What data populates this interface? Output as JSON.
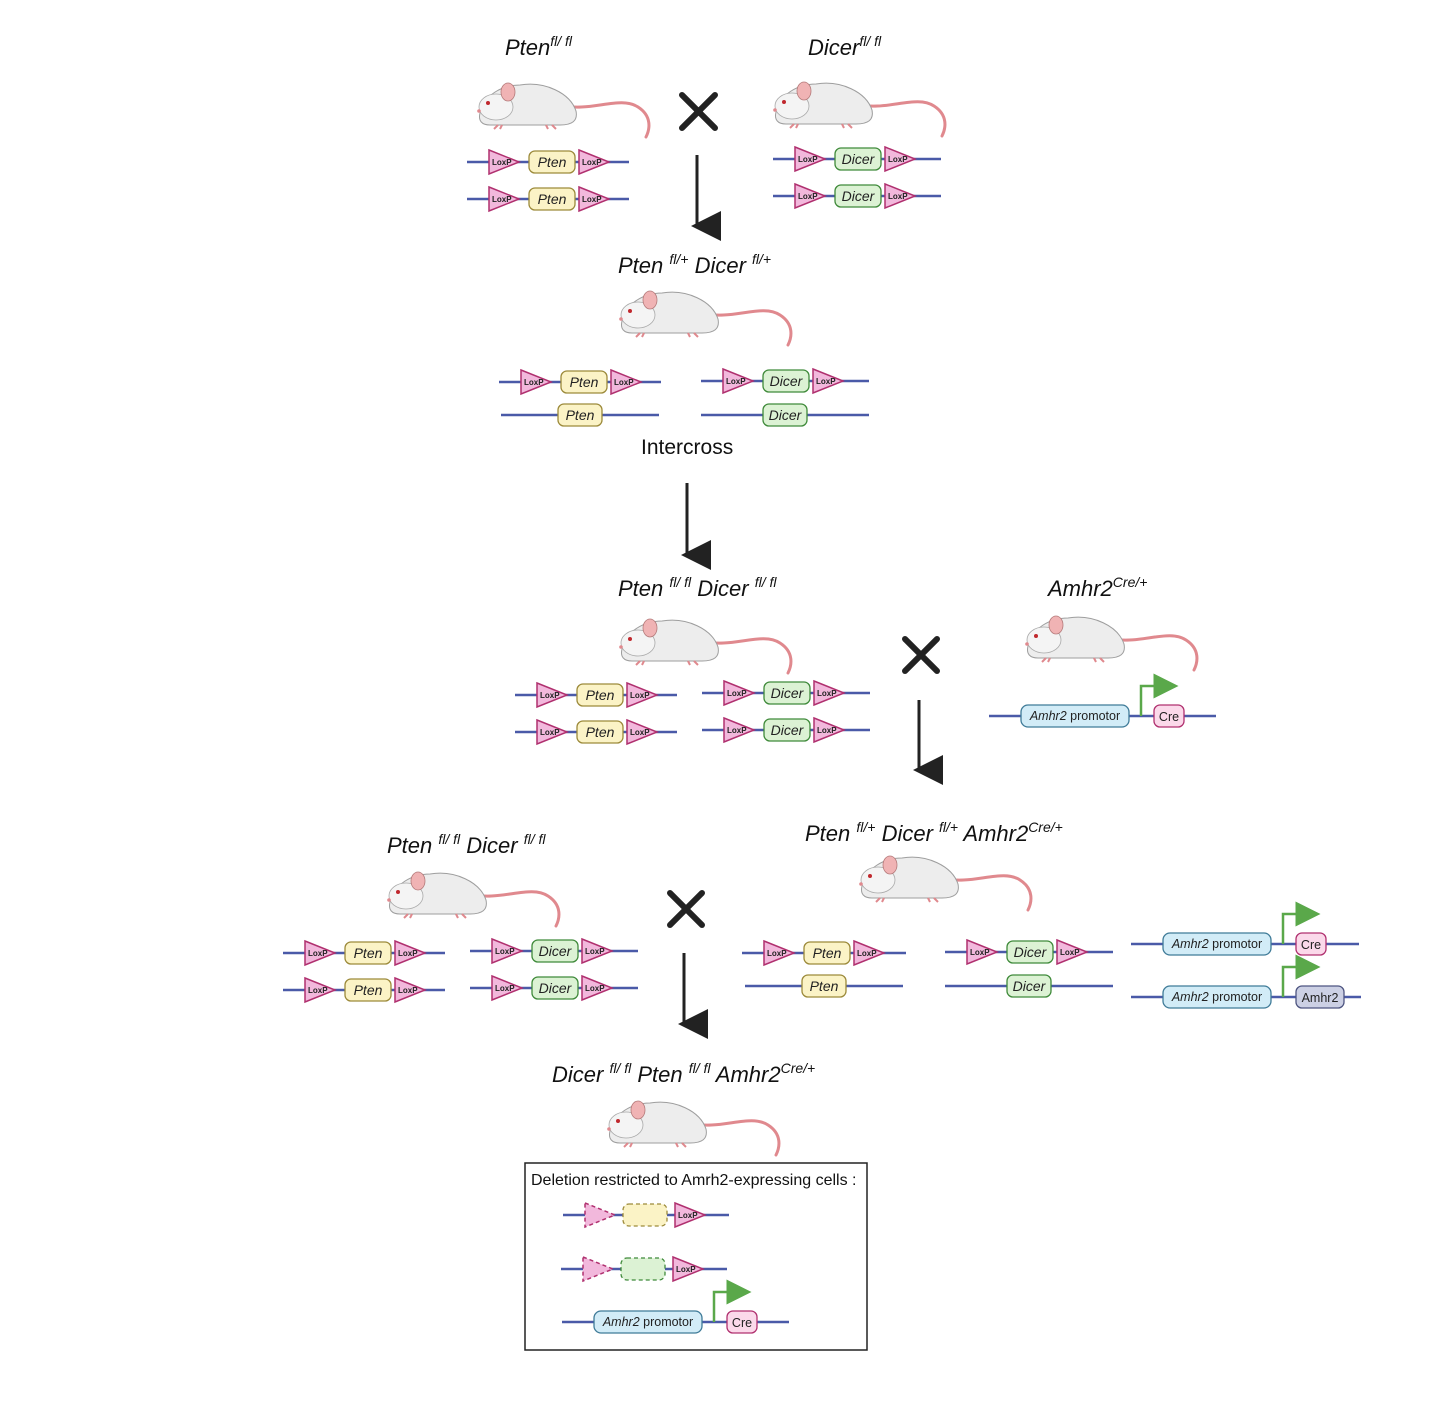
{
  "labels": {
    "parent_pten": {
      "base": "Pten",
      "sup": "fl/ fl"
    },
    "parent_dicer": {
      "base": "Dicer",
      "sup": "fl/ fl"
    },
    "f1": [
      {
        "base": "Pten ",
        "sup": "fl/+"
      },
      {
        "base": " Dicer ",
        "sup": "fl/+"
      }
    ],
    "intercross": "Intercross",
    "g2_floxed": [
      {
        "base": "Pten ",
        "sup": "fl/ fl"
      },
      {
        "base": " Dicer ",
        "sup": "fl/ fl"
      }
    ],
    "amhr2_cre": {
      "base": "Amhr2",
      "sup": "Cre/+"
    },
    "g3_left": [
      {
        "base": "Pten ",
        "sup": "fl/ fl"
      },
      {
        "base": " Dicer ",
        "sup": "fl/ fl"
      }
    ],
    "g3_right": [
      {
        "base": "Pten ",
        "sup": "fl/+"
      },
      {
        "base": " Dicer ",
        "sup": "fl/+"
      },
      {
        "base": " Amhr2",
        "sup": "Cre/+"
      }
    ],
    "final": [
      {
        "base": "Dicer ",
        "sup": "fl/ fl"
      },
      {
        "base": "  Pten ",
        "sup": "fl/ fl"
      },
      {
        "base": " Amhr2",
        "sup": "Cre/+"
      }
    ],
    "deletion_box_title": "Deletion restricted to Amrh2-expressing cells :"
  },
  "genes": {
    "pten": "Pten",
    "dicer": "Dicer",
    "loxp": "LoxP",
    "cre": "Cre",
    "amhr2": "Amhr2",
    "promotor_italic": "Amhr2",
    "promotor_word": " promotor"
  },
  "symbols": {
    "cross": "cross-icon",
    "arrow": "down-arrow-icon",
    "mouse": "mouse-icon",
    "promoter_arrow": "promoter-arrow-icon"
  },
  "colors": {
    "line": "#4a5aa8",
    "loxp_fill": "#f2b8dc",
    "loxp_stroke": "#b0306f",
    "pten_fill": "#fbf3c6",
    "pten_stroke": "#9c8a3a",
    "dicer_fill": "#dcf2d4",
    "dicer_stroke": "#3f8a3a",
    "promotor_fill": "#d2ecf7",
    "promotor_stroke": "#3f7b98",
    "cre_fill": "#fbd9ea",
    "cre_stroke": "#b0306f",
    "amhr2_fill": "#ccd0e4",
    "amhr2_stroke": "#4d5480",
    "promoter_arrow": "#5aa84a"
  }
}
